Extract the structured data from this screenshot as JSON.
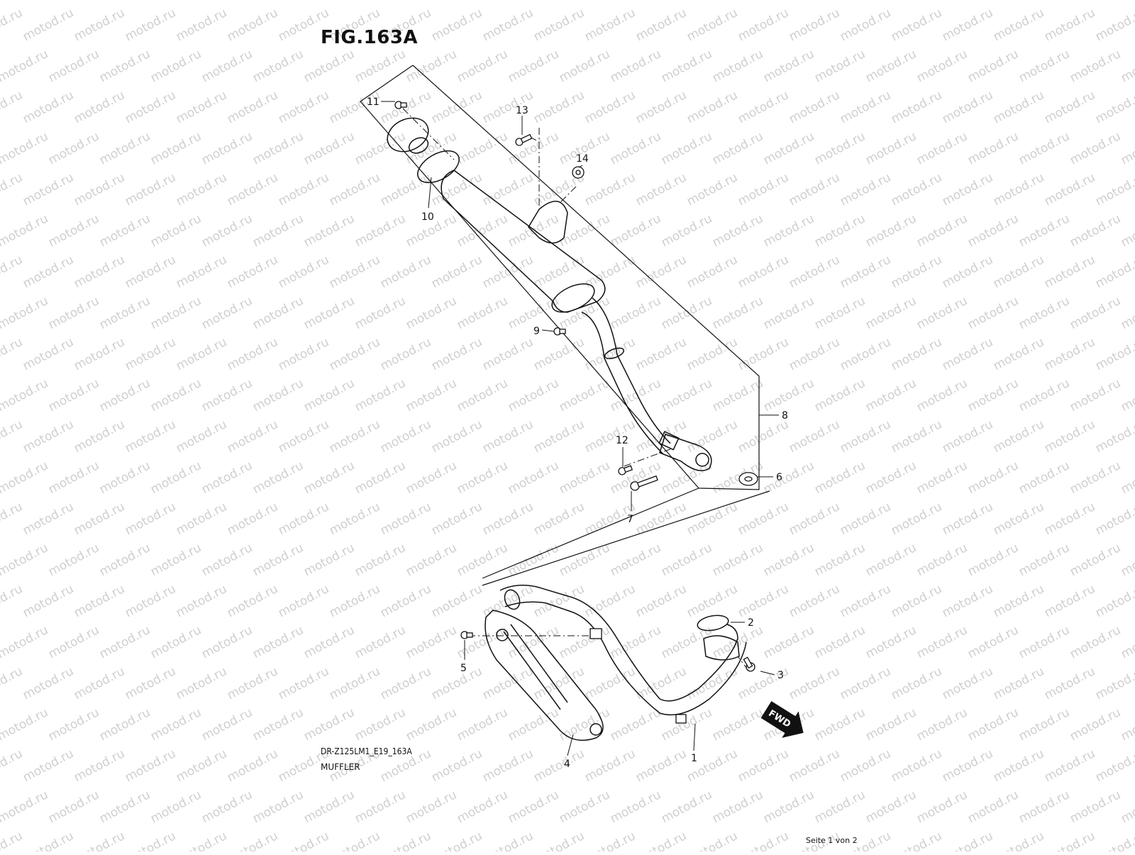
{
  "figure": {
    "title": "FIG.163A",
    "model_code": "DR-Z125LM1_E19_163A",
    "name": "MUFFLER",
    "page": "Seite 1 von 2"
  },
  "watermark": {
    "text": "motod.ru",
    "color": "#cfcfcf"
  },
  "fwd_arrow": {
    "label": "FWD"
  },
  "callouts": [
    "1",
    "2",
    "3",
    "4",
    "5",
    "6",
    "7",
    "8",
    "9",
    "10",
    "11",
    "12",
    "13",
    "14"
  ],
  "colors": {
    "line": "#111111",
    "background": "#ffffff"
  }
}
